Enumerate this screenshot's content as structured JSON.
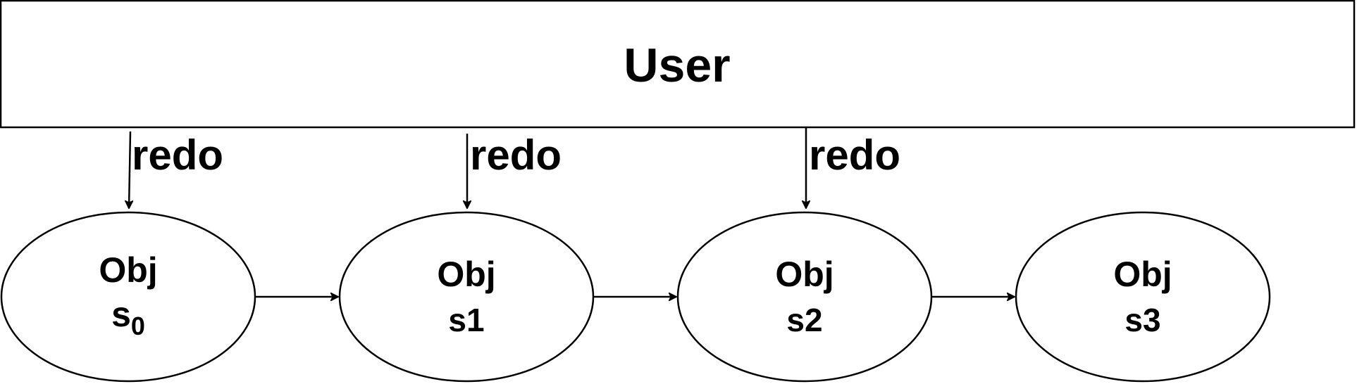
{
  "user_box": {
    "label": "User"
  },
  "edge_labels": [
    "redo",
    "redo",
    "redo"
  ],
  "states": [
    {
      "title": "Obj",
      "state": "s",
      "subscript": "0"
    },
    {
      "title": "Obj",
      "state": "s1",
      "subscript": ""
    },
    {
      "title": "Obj",
      "state": "s2",
      "subscript": ""
    },
    {
      "title": "Obj",
      "state": "s3",
      "subscript": ""
    }
  ]
}
